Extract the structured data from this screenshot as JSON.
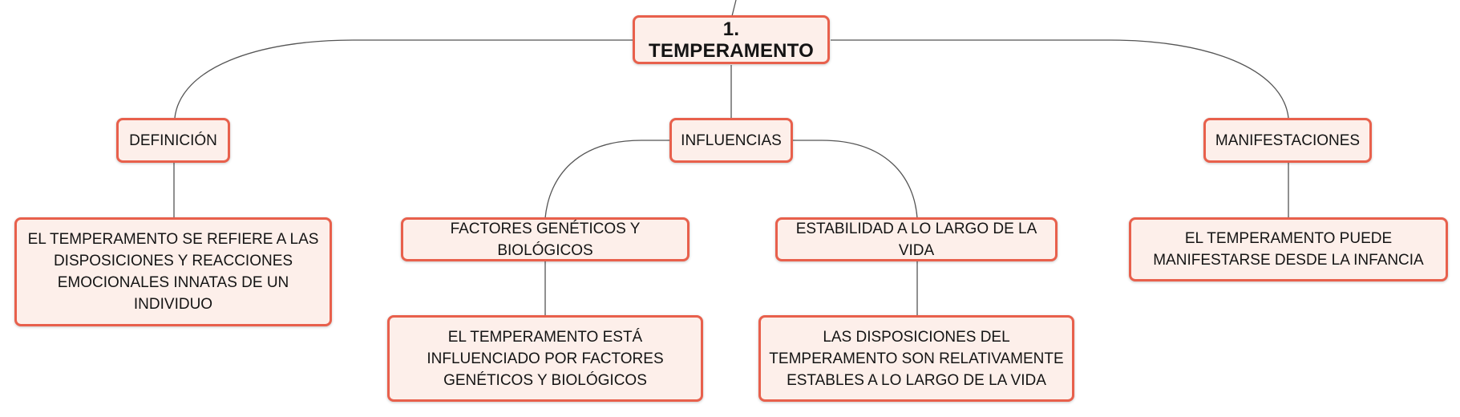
{
  "diagram": {
    "root": {
      "label": "1. TEMPERAMENTO"
    },
    "branches": [
      {
        "label": "DEFINICIÓN",
        "children": [
          {
            "label": "EL TEMPERAMENTO SE REFIERE A LAS DISPOSICIONES Y REACCIONES EMOCIONALES INNATAS DE UN INDIVIDUO"
          }
        ]
      },
      {
        "label": "INFLUENCIAS",
        "children": [
          {
            "label": "FACTORES GENÉTICOS Y BIOLÓGICOS",
            "children": [
              {
                "label": "EL TEMPERAMENTO ESTÁ INFLUENCIADO POR FACTORES GENÉTICOS Y BIOLÓGICOS"
              }
            ]
          },
          {
            "label": "ESTABILIDAD A LO LARGO DE LA VIDA",
            "children": [
              {
                "label": "LAS DISPOSICIONES DEL TEMPERAMENTO SON RELATIVAMENTE ESTABLES A LO LARGO DE LA VIDA"
              }
            ]
          }
        ]
      },
      {
        "label": "MANIFESTACIONES",
        "children": [
          {
            "label": "EL TEMPERAMENTO PUEDE MANIFESTARSE DESDE LA INFANCIA"
          }
        ]
      }
    ]
  },
  "colors": {
    "node_border": "#e8604c",
    "node_fill": "#fdefea",
    "connector": "#555555",
    "text": "#141414"
  }
}
